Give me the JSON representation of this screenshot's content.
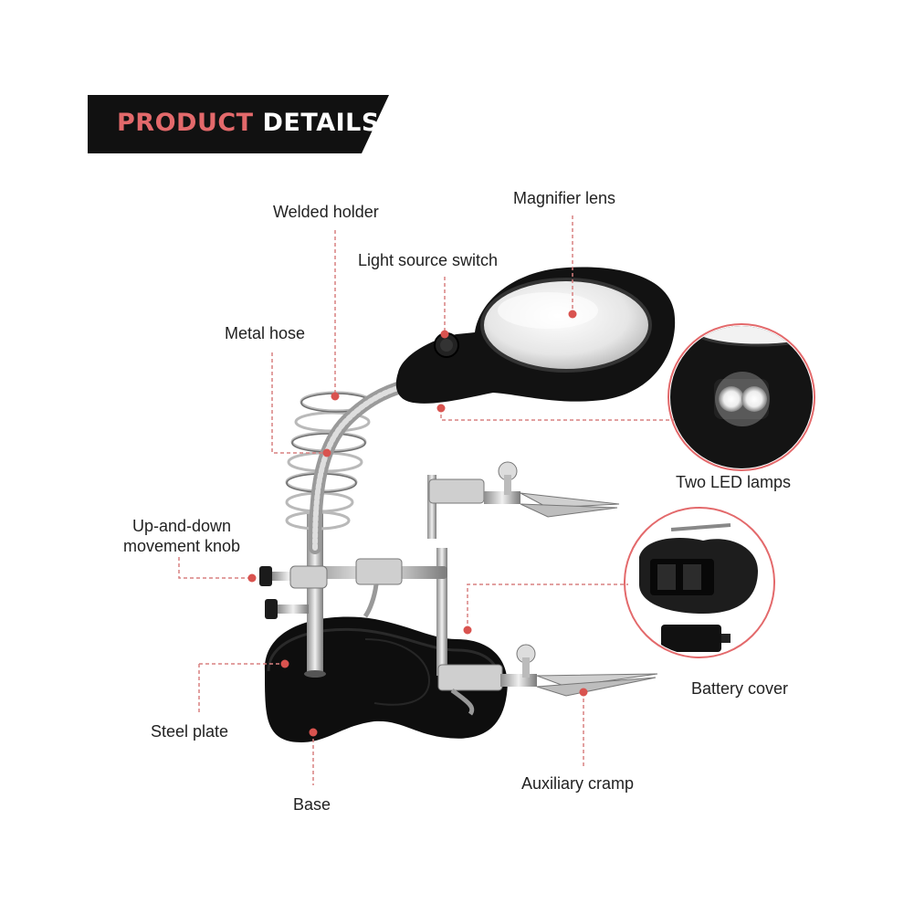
{
  "header": {
    "word1": "PRODUCT",
    "word2": "DETAILS"
  },
  "labels": {
    "magnifier_lens": "Magnifier lens",
    "welded_holder": "Welded holder",
    "light_source_switch": "Light source switch",
    "metal_hose": "Metal hose",
    "two_led_lamps": "Two LED lamps",
    "movement_knob_line1": "Up-and-down",
    "movement_knob_line2": "movement knob",
    "battery_cover": "Battery cover",
    "steel_plate": "Steel plate",
    "auxiliary_cramp": "Auxiliary cramp",
    "base": "Base"
  },
  "colors": {
    "accent": "#e3696b",
    "banner_bg": "#111111",
    "leader_line": "#d88080"
  }
}
